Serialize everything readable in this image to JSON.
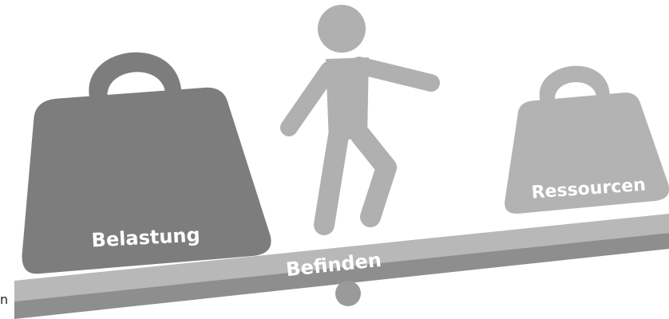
{
  "diagram": {
    "heavy_weight_label": "Belastung",
    "light_weight_label": "Ressourcen",
    "beam_label": "Befinden",
    "edge_fragment": "n"
  },
  "colors": {
    "heavy_weight": "#7d7d7d",
    "light_weight": "#b3b3b3",
    "person": "#b0b0b0",
    "beam_top": "#b8b8b8",
    "beam_bottom": "#8e8e8e",
    "pivot": "#9a9a9a"
  }
}
